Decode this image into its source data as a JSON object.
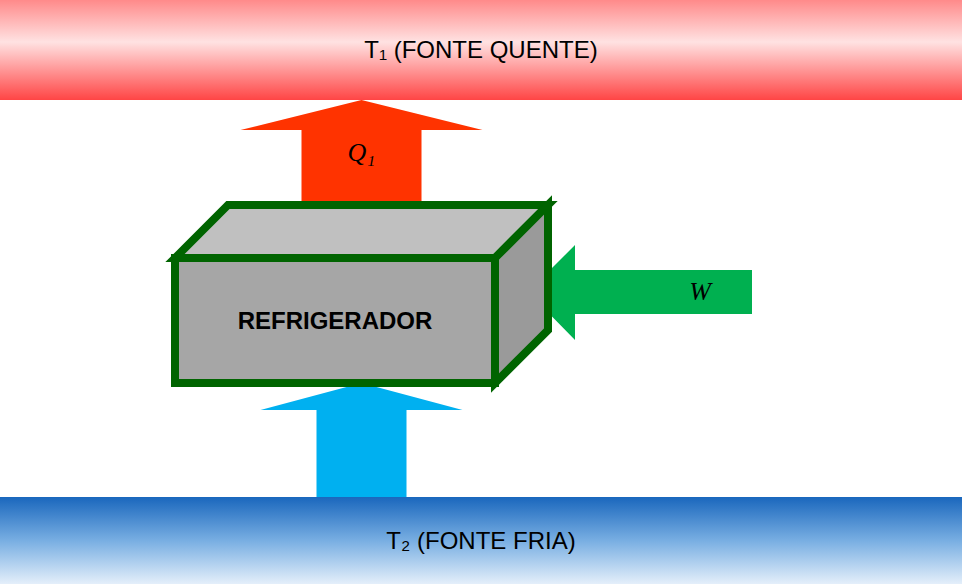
{
  "diagram": {
    "nodes": [
      {
        "text": [
          "T₁ (FONTE QUENTE)"
        ]
      },
      {
        "text": [
          "REFRIGERADOR"
        ]
      },
      {
        "text": [
          "T₂ (FONTE FRIA)"
        ]
      }
    ],
    "edges": [
      {
        "from": 1,
        "to": 0,
        "arrow": "to",
        "label": "Q₁"
      },
      {
        "from": 2,
        "to": 1,
        "arrow": "to"
      }
    ],
    "labels": [
      "W"
    ]
  }
}
